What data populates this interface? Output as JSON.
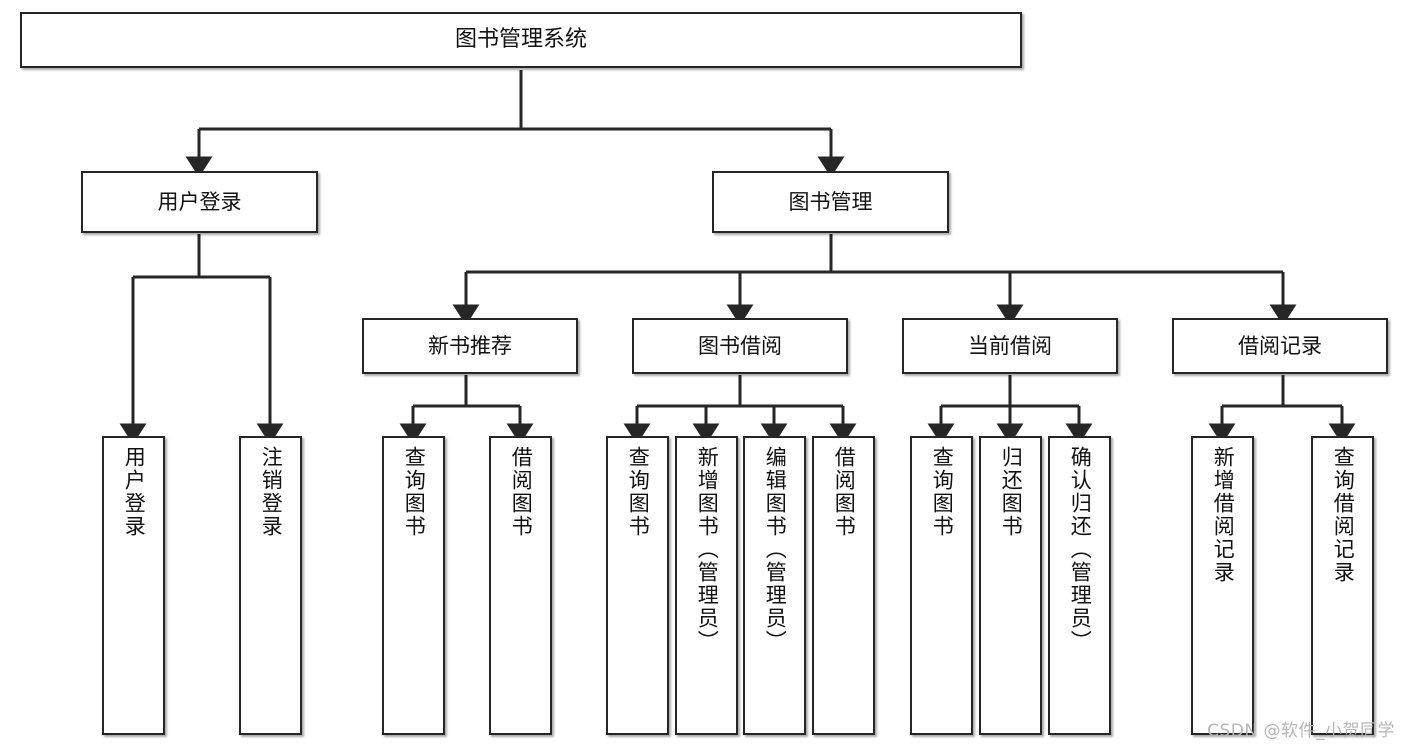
{
  "diagram": {
    "title": "图书管理系统",
    "type": "tree-hierarchy-diagram",
    "root": {
      "id": "root",
      "label": "图书管理系统"
    },
    "level2": [
      {
        "id": "user-login",
        "label": "用户登录"
      },
      {
        "id": "book-manage",
        "label": "图书管理"
      }
    ],
    "level3": [
      {
        "id": "new-book-rec",
        "label": "新书推荐"
      },
      {
        "id": "book-borrow",
        "label": "图书借阅"
      },
      {
        "id": "current-borrow",
        "label": "当前借阅"
      },
      {
        "id": "borrow-record",
        "label": "借阅记录"
      }
    ],
    "leaves": {
      "user_login": [
        {
          "id": "leaf-user-login",
          "label": "用户登录"
        },
        {
          "id": "leaf-logout",
          "label": "注销登录"
        }
      ],
      "new_book_rec": [
        {
          "id": "leaf-query-book-1",
          "label": "查询图书"
        },
        {
          "id": "leaf-borrow-book-1",
          "label": "借阅图书"
        }
      ],
      "book_borrow": [
        {
          "id": "leaf-query-book-2",
          "label": "查询图书"
        },
        {
          "id": "leaf-add-book",
          "label": "新增图书（管理员）"
        },
        {
          "id": "leaf-edit-book",
          "label": "编辑图书（管理员）"
        },
        {
          "id": "leaf-borrow-book-2",
          "label": "借阅图书"
        }
      ],
      "current_borrow": [
        {
          "id": "leaf-query-book-3",
          "label": "查询图书"
        },
        {
          "id": "leaf-return-book",
          "label": "归还图书"
        },
        {
          "id": "leaf-confirm-return",
          "label": "确认归还（管理员）"
        }
      ],
      "borrow_record": [
        {
          "id": "leaf-add-record",
          "label": "新增借阅记录"
        },
        {
          "id": "leaf-query-record",
          "label": "查询借阅记录"
        }
      ]
    }
  },
  "watermark": {
    "text": "CSDN @软件_小贺同学"
  },
  "colors": {
    "border": "#262626",
    "text": "#111111",
    "background": "#ffffff",
    "watermark": "#b6b6b6"
  }
}
